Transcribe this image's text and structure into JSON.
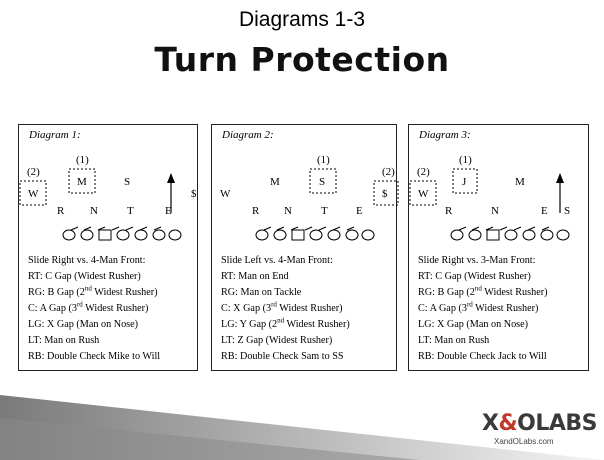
{
  "header": {
    "subtitle": "Diagrams 1-3",
    "title": "Turn Protection"
  },
  "diagrams": [
    {
      "label": "Diagram 1:",
      "defense": [
        {
          "text": "W",
          "boxed": true,
          "tag": "(2)"
        },
        {
          "text": "M",
          "boxed": true,
          "tag": "(1)"
        },
        {
          "text": "S",
          "boxed": false,
          "tag": ""
        },
        {
          "text": "$",
          "boxed": false,
          "tag": ""
        }
      ],
      "dl": [
        "R",
        "N",
        "T",
        "E"
      ],
      "lines": [
        "Slide Right vs. 4-Man Front:",
        "RT: C Gap (Widest Rusher)",
        "RG: B Gap (2nd Widest Rusher)",
        "C: A Gap (3rd Widest Rusher)",
        "LG: X Gap (Man on Nose)",
        "LT: Man on Rush",
        "RB: Double Check Mike to Will"
      ]
    },
    {
      "label": "Diagram 2:",
      "defense": [
        {
          "text": "W",
          "boxed": false,
          "tag": ""
        },
        {
          "text": "M",
          "boxed": false,
          "tag": ""
        },
        {
          "text": "S",
          "boxed": true,
          "tag": "(1)"
        },
        {
          "text": "$",
          "boxed": true,
          "tag": "(2)"
        }
      ],
      "dl": [
        "R",
        "N",
        "T",
        "E"
      ],
      "lines": [
        "Slide Left vs. 4-Man Front:",
        "RT: Man on End",
        "RG: Man on Tackle",
        "C: X Gap (3rd Widest Rusher)",
        "LG: Y Gap (2nd Widest Rusher)",
        "LT: Z Gap (Widest Rusher)",
        "RB: Double Check Sam to SS"
      ]
    },
    {
      "label": "Diagram 3:",
      "defense": [
        {
          "text": "W",
          "boxed": true,
          "tag": "(2)"
        },
        {
          "text": "J",
          "boxed": true,
          "tag": "(1)"
        },
        {
          "text": "M",
          "boxed": false,
          "tag": ""
        },
        {
          "text": "S",
          "boxed": false,
          "tag": ""
        }
      ],
      "dl": [
        "R",
        "N",
        "E"
      ],
      "lines": [
        "Slide Right vs. 3-Man Front:",
        "RT: C Gap (Widest Rusher)",
        "RG: B Gap (2nd Widest Rusher)",
        "C: A Gap (3rd Widest Rusher)",
        "LG: X Gap (Man on Nose)",
        "LT: Man on Rush",
        "RB: Double Check Jack to Will"
      ]
    }
  ],
  "logo": {
    "brand_left": "X",
    "brand_amp": "&",
    "brand_right": "O",
    "brand_word": "LABS",
    "url": "XandOLabs.com"
  }
}
